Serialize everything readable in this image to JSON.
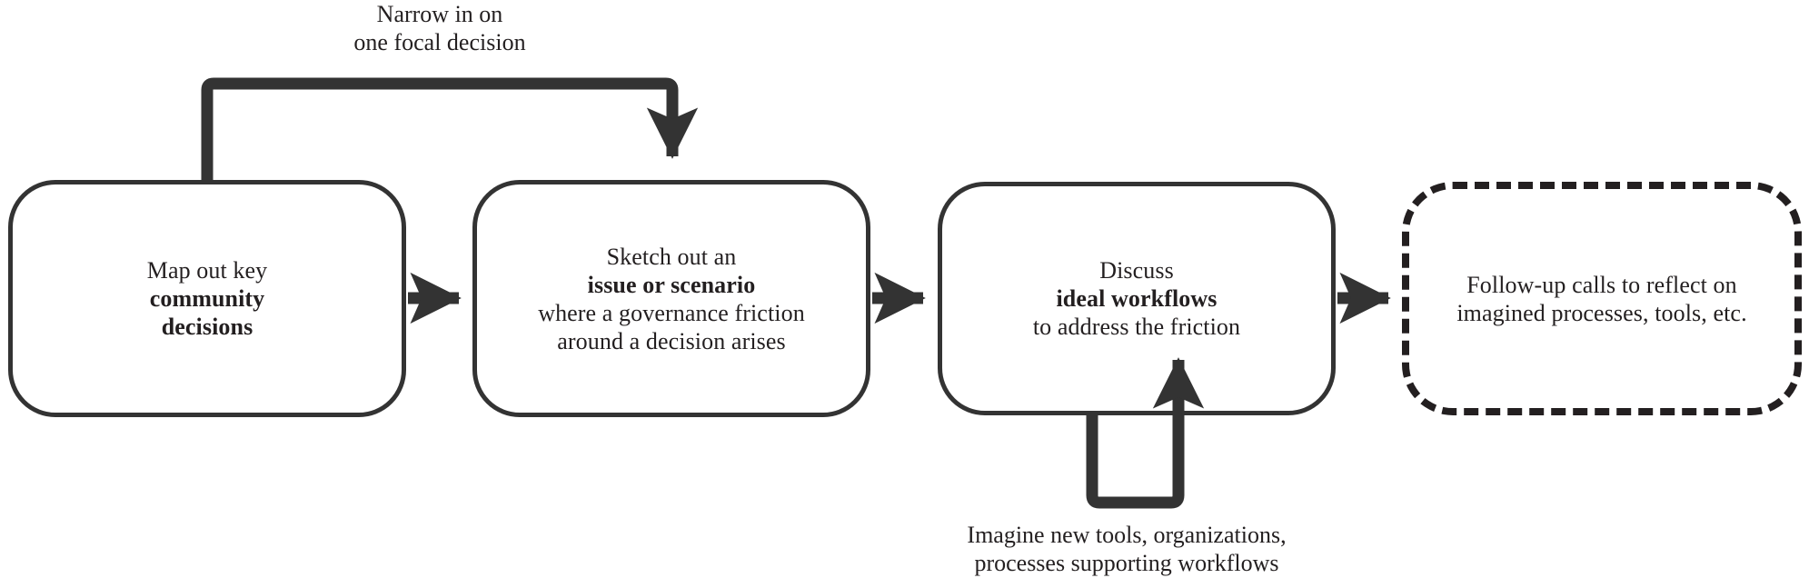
{
  "diagram": {
    "title": "Community decision workflow process diagram",
    "stroke_color": "#333333",
    "text_color": "#231f20",
    "background_color": "#ffffff",
    "nodes": [
      {
        "id": "map-decisions",
        "border_style": "solid",
        "lines": [
          {
            "text": "Map out key",
            "bold": false
          },
          {
            "text": "community",
            "bold": true
          },
          {
            "text": "decisions",
            "bold": true
          }
        ]
      },
      {
        "id": "sketch-issue",
        "border_style": "solid",
        "lines": [
          {
            "text": "Sketch out an",
            "bold": false
          },
          {
            "text": "issue or scenario",
            "bold": true
          },
          {
            "text": "where a governance friction",
            "bold": false
          },
          {
            "text": "around a decision arises",
            "bold": false
          }
        ]
      },
      {
        "id": "discuss-workflows",
        "border_style": "solid",
        "lines": [
          {
            "text": "Discuss",
            "bold": false
          },
          {
            "text": "ideal workflows",
            "bold": true
          },
          {
            "text": "to address the friction",
            "bold": false
          }
        ]
      },
      {
        "id": "follow-up-calls",
        "border_style": "dashed",
        "lines": [
          {
            "text": "Follow-up calls to reflect on",
            "bold": false
          },
          {
            "text": "imagined processes, tools, etc.",
            "bold": false
          }
        ]
      }
    ],
    "labels": [
      {
        "id": "narrow-in-label",
        "lines": [
          "Narrow in on",
          "one focal decision"
        ]
      },
      {
        "id": "imagine-tools-label",
        "lines": [
          "Imagine new tools, organizations,",
          "processes supporting workflows"
        ]
      }
    ],
    "connectors": [
      {
        "id": "map-to-sketch-top-elbow",
        "kind": "elbow-arrow",
        "from": "map-decisions",
        "to": "sketch-issue",
        "label": "narrow-in-label"
      },
      {
        "id": "map-to-sketch-arrow",
        "kind": "straight-arrow",
        "from": "map-decisions",
        "to": "sketch-issue"
      },
      {
        "id": "sketch-to-discuss-arrow",
        "kind": "straight-arrow",
        "from": "sketch-issue",
        "to": "discuss-workflows"
      },
      {
        "id": "discuss-to-followup-arrow",
        "kind": "straight-arrow",
        "from": "discuss-workflows",
        "to": "follow-up-calls"
      },
      {
        "id": "discuss-self-loop",
        "kind": "loop-arrow",
        "from": "discuss-workflows",
        "to": "discuss-workflows",
        "label": "imagine-tools-label"
      }
    ]
  }
}
